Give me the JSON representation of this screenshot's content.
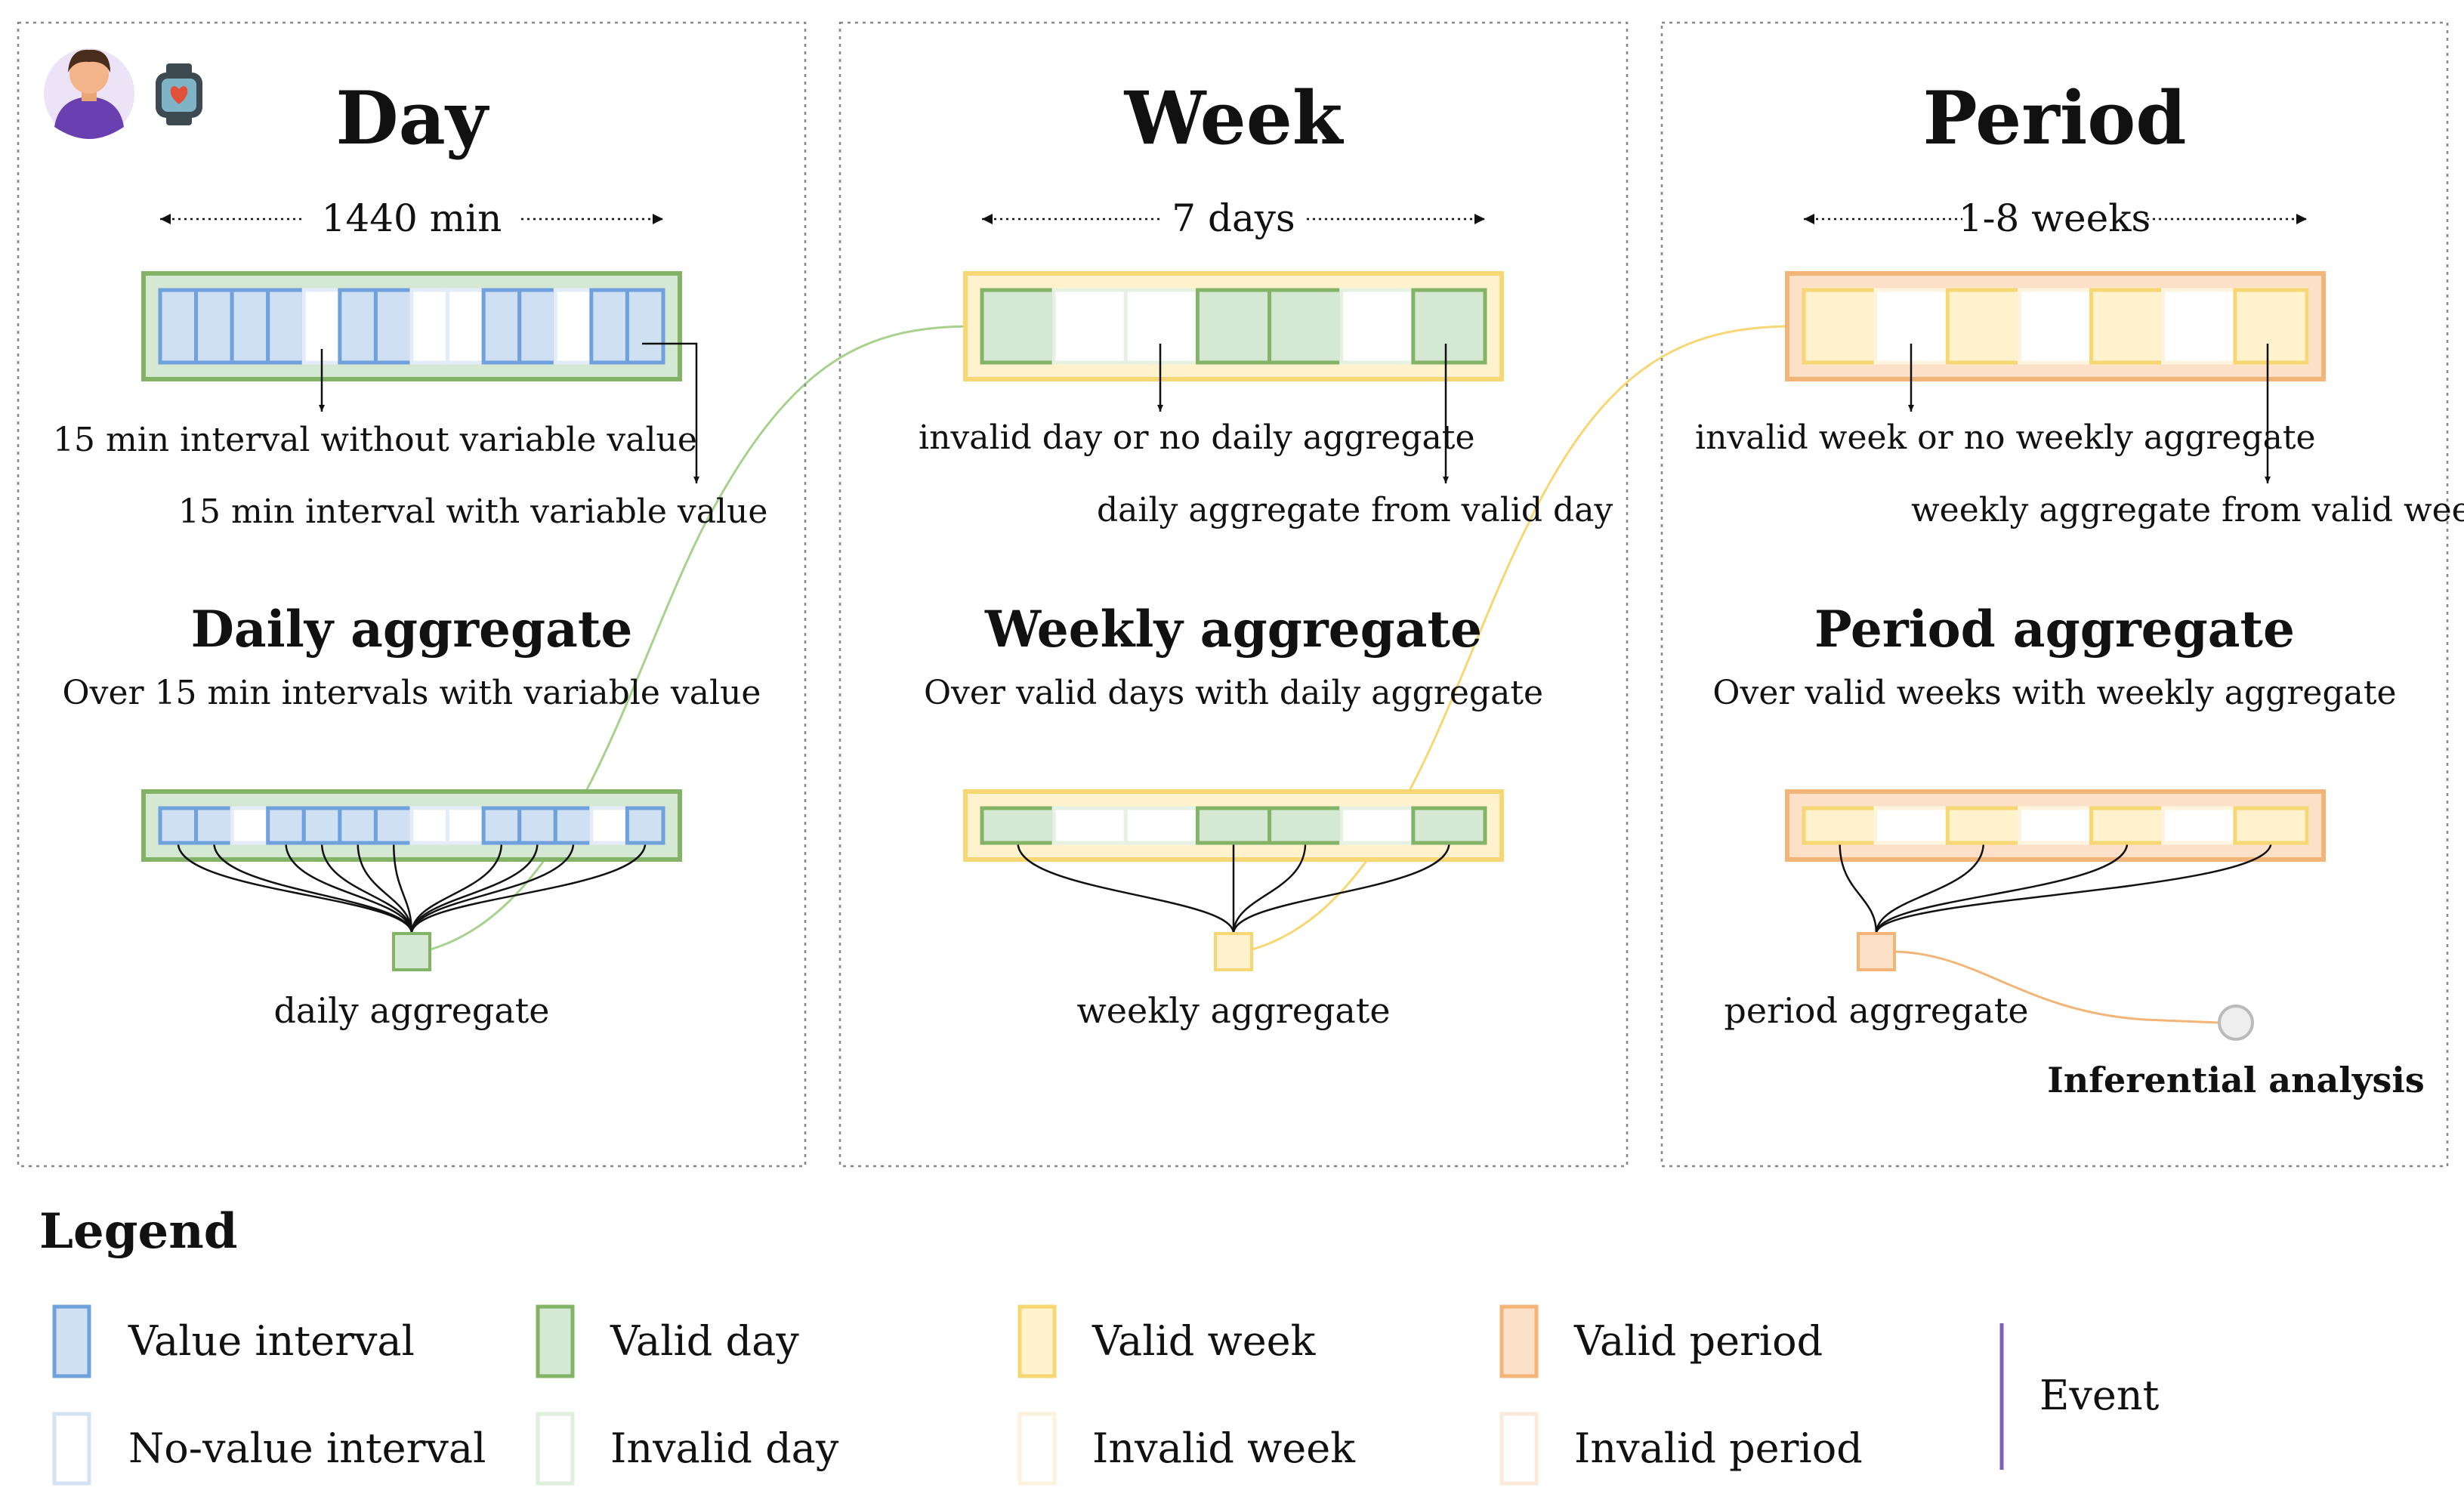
{
  "panels": {
    "day": {
      "title": "Day",
      "span": "1440 min",
      "annot_no_value": "15 min interval without variable value",
      "annot_value": "15 min interval with variable value",
      "agg_title": "Daily aggregate",
      "agg_subtitle": "Over 15 min intervals with variable value",
      "agg_label": "daily aggregate",
      "row1": [
        1,
        1,
        1,
        1,
        0,
        1,
        1,
        0,
        0,
        1,
        1,
        0,
        1,
        1
      ],
      "row2": [
        1,
        1,
        0,
        1,
        1,
        1,
        1,
        0,
        0,
        1,
        1,
        1,
        0,
        1
      ]
    },
    "week": {
      "title": "Week",
      "span": "7 days",
      "annot_invalid": "invalid day or no daily aggregate",
      "annot_valid": "daily aggregate from valid day",
      "agg_title": "Weekly aggregate",
      "agg_subtitle": "Over valid days with daily aggregate",
      "agg_label": "weekly aggregate",
      "row": [
        1,
        0,
        0,
        1,
        1,
        0,
        1
      ]
    },
    "period": {
      "title": "Period",
      "span": "1-8 weeks",
      "annot_invalid": "invalid week or no weekly aggregate",
      "annot_valid": "weekly aggregate from valid week",
      "agg_title": "Period aggregate",
      "agg_subtitle": "Over valid weeks with weekly aggregate",
      "agg_label": "period aggregate",
      "analysis_label": "Inferential analysis",
      "row": [
        1,
        0,
        1,
        0,
        1,
        0,
        1
      ]
    }
  },
  "legend": {
    "title": "Legend",
    "items": {
      "value_interval": "Value interval",
      "no_value_interval": "No-value interval",
      "valid_day": "Valid day",
      "invalid_day": "Invalid day",
      "valid_week": "Valid week",
      "invalid_week": "Invalid week",
      "valid_period": "Valid period",
      "invalid_period": "Invalid period",
      "event": "Event"
    }
  },
  "icons": [
    "person-avatar-icon",
    "smartwatch-icon"
  ],
  "colors": {
    "blue_fill": "#cfe0f2",
    "blue_stroke": "#6fa1dc",
    "green_fill": "#d5e8d4",
    "green_stroke": "#82b366",
    "yellow_fill": "#fff2cc",
    "yellow_stroke": "#f7d774",
    "orange_fill": "#fce0c8",
    "orange_stroke": "#f3b577",
    "event": "#7e5fb8"
  }
}
